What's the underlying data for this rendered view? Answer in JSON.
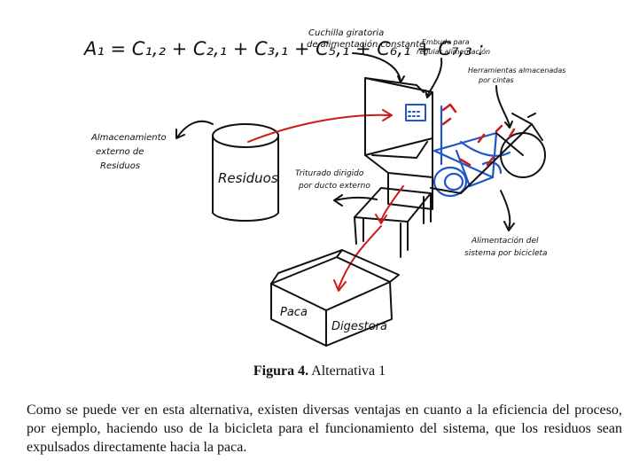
{
  "figure": {
    "formula": "A₁ = C₁,₂ + C₂,₁ + C₃,₁ + C₅,₁ + C₆,₁ + C₇,₃ :",
    "labels": {
      "cuchilla_line1": "Cuchilla giratoria",
      "cuchilla_line2": "de alimentación constante",
      "embudo_line1": "Embudo para",
      "embudo_line2": "regular alimentación",
      "herramientas_line1": "Herramientas almacenadas",
      "herramientas_line2": "por cintas",
      "almacenamiento_line1": "Almacenamiento",
      "almacenamiento_line2": "externo de",
      "almacenamiento_line3": "Residuos",
      "residuos_bin": "Residuos",
      "triturado_line1": "Triturado dirigido",
      "triturado_line2": "por ducto externo",
      "alimentacion_line1": "Alimentación del",
      "alimentacion_line2": "sistema por bicicleta",
      "paca": "Paca",
      "digestora": "Digestora"
    }
  },
  "caption": {
    "label": "Figura 4.",
    "text": " Alternativa 1"
  },
  "paragraph": "Como se puede ver en esta alternativa, existen diversas ventajas en cuanto a la eficiencia del proceso, por ejemplo, haciendo uso de la bicicleta para el funcionamiento del sistema, que los residuos sean expulsados directamente hacia la paca."
}
